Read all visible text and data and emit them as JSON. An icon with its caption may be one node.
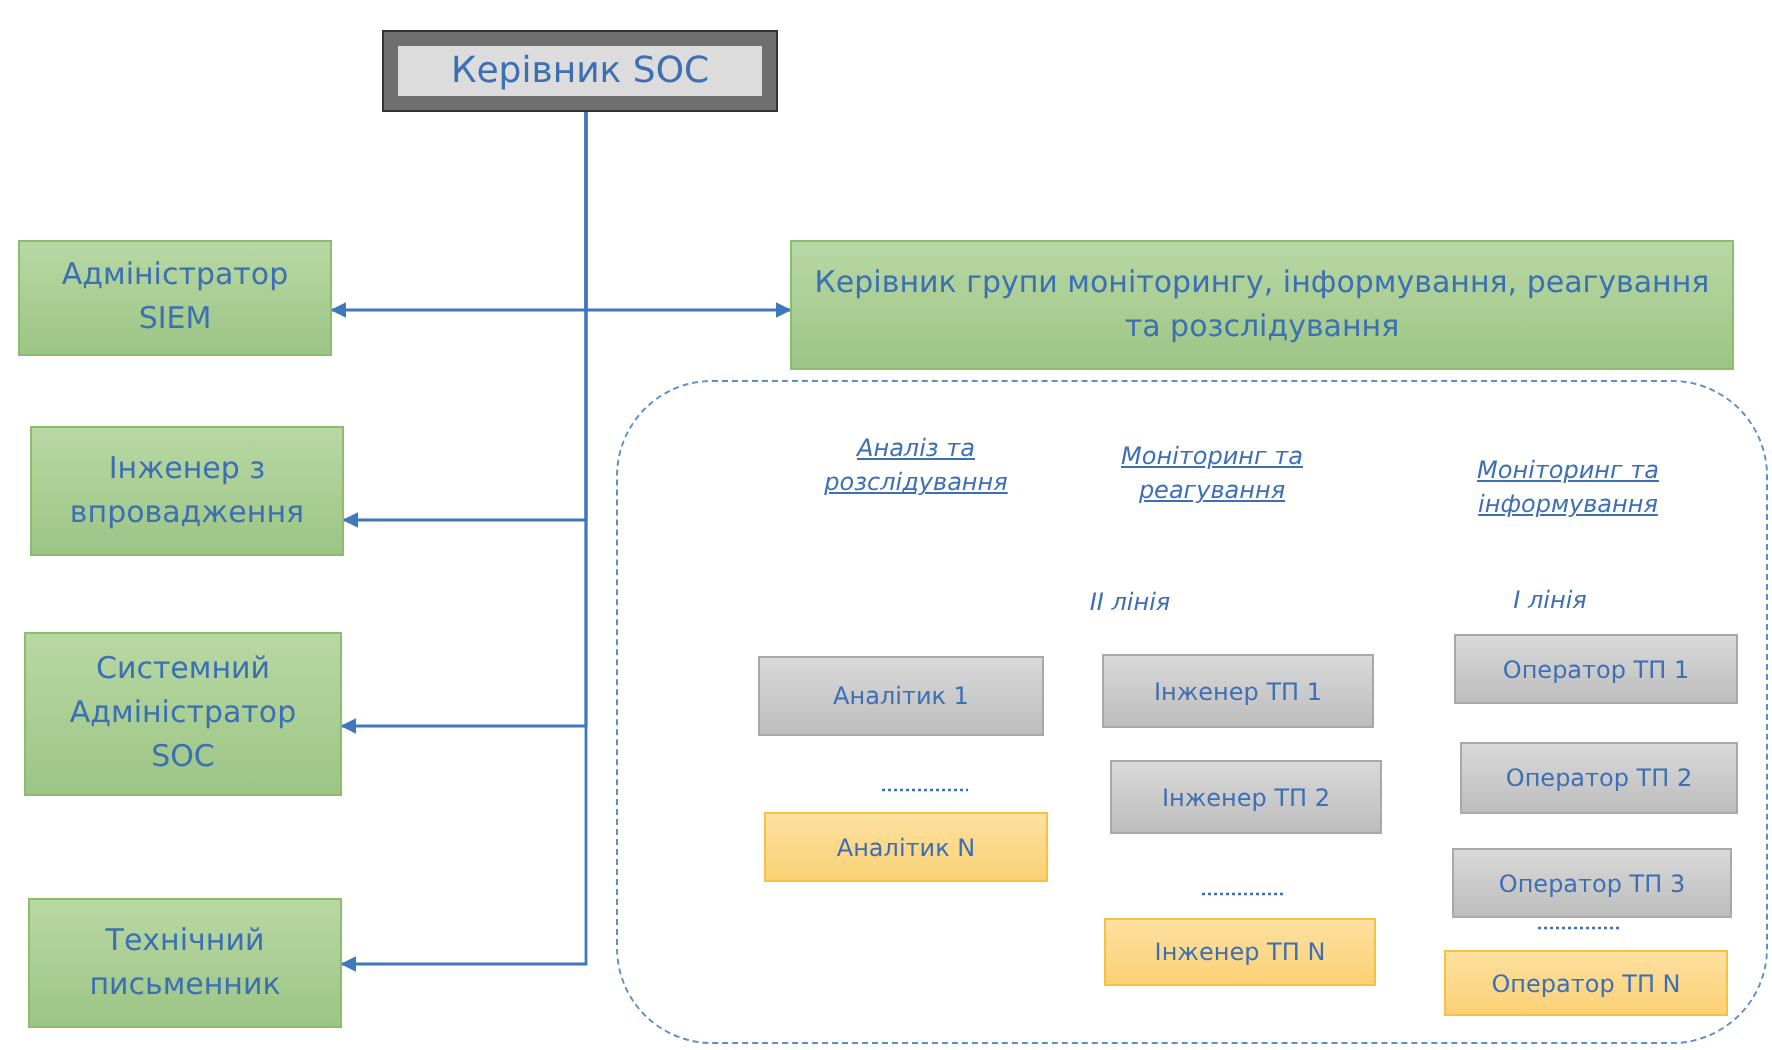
{
  "diagram": {
    "nodes": [
      {
        "text": [
          "Керівник SOC"
        ]
      },
      {
        "text": [
          "Адміністратор SIEM"
        ]
      },
      {
        "text": [
          "Керівник групи моніторингу, інформування, реагування та розслідування"
        ]
      },
      {
        "text": [
          "Інженер з впровадження"
        ]
      },
      {
        "text": [
          "Системний Адміністратор SOC"
        ]
      },
      {
        "text": [
          "Технічний письменник"
        ]
      },
      {
        "text": [],
        "shape": "box"
      },
      {
        "text": [
          "Аналітик 1"
        ],
        "in": 6
      },
      {
        "text": [
          "Аналітик N"
        ],
        "in": 6
      },
      {
        "text": [
          "Інженер  ТП 1"
        ],
        "in": 6
      },
      {
        "text": [
          "Інженер  ТП 2"
        ],
        "in": 6
      },
      {
        "text": [
          "Інженер  ТП N"
        ],
        "in": 6
      },
      {
        "text": [
          "Оператор ТП 1"
        ],
        "in": 6
      },
      {
        "text": [
          "Оператор ТП 2"
        ],
        "in": 6
      },
      {
        "text": [
          "Оператор ТП 3"
        ],
        "in": 6
      },
      {
        "text": [
          "Оператор ТП N"
        ],
        "in": 6
      }
    ],
    "edges": [
      {
        "from": 0,
        "to": 1,
        "arrow": "to"
      },
      {
        "from": 0,
        "to": 2,
        "arrow": "to"
      },
      {
        "from": 0,
        "to": 3,
        "arrow": "to"
      },
      {
        "from": 0,
        "to": 4,
        "arrow": "to"
      },
      {
        "from": 0,
        "to": 5,
        "arrow": "to"
      }
    ],
    "labels": [
      "Аналіз та розслідування",
      "Моніторинг та реагування",
      "Моніторинг та інформування",
      "II лінія",
      "I лінія"
    ]
  }
}
